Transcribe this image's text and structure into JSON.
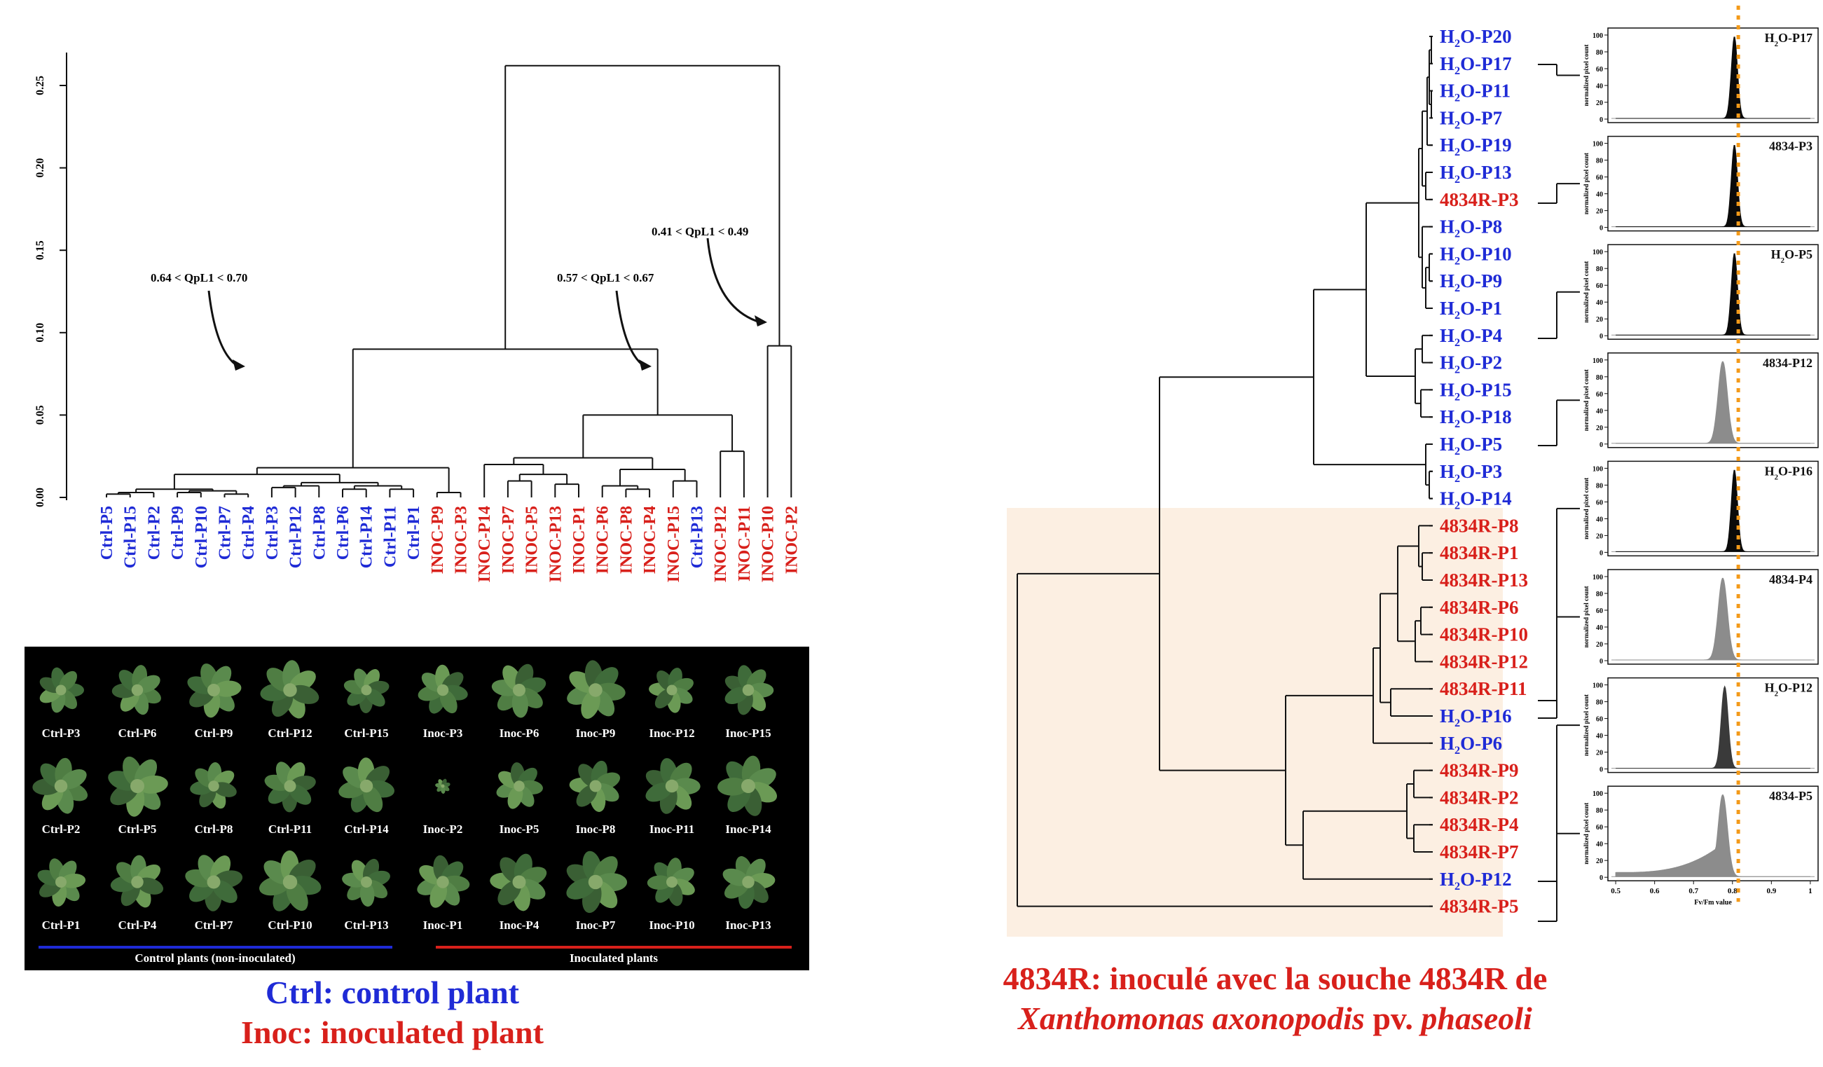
{
  "colors": {
    "ctrl": "#1f2bd6",
    "inoc": "#d8201b",
    "tree": "#111111",
    "highlight": "#fcefe2",
    "photo_bg": "#000000",
    "orange_line": "#f39a1a"
  },
  "left_dendrogram": {
    "y_ticks": [
      "0.00",
      "0.05",
      "0.10",
      "0.15",
      "0.20",
      "0.25"
    ],
    "leaves": [
      {
        "label": "Ctrl-P5",
        "group": "ctrl"
      },
      {
        "label": "Ctrl-P15",
        "group": "ctrl"
      },
      {
        "label": "Ctrl-P2",
        "group": "ctrl"
      },
      {
        "label": "Ctrl-P9",
        "group": "ctrl"
      },
      {
        "label": "Ctrl-P10",
        "group": "ctrl"
      },
      {
        "label": "Ctrl-P7",
        "group": "ctrl"
      },
      {
        "label": "Ctrl-P4",
        "group": "ctrl"
      },
      {
        "label": "Ctrl-P3",
        "group": "ctrl"
      },
      {
        "label": "Ctrl-P12",
        "group": "ctrl"
      },
      {
        "label": "Ctrl-P8",
        "group": "ctrl"
      },
      {
        "label": "Ctrl-P6",
        "group": "ctrl"
      },
      {
        "label": "Ctrl-P14",
        "group": "ctrl"
      },
      {
        "label": "Ctrl-P11",
        "group": "ctrl"
      },
      {
        "label": "Ctrl-P1",
        "group": "ctrl"
      },
      {
        "label": "INOC-P9",
        "group": "inoc"
      },
      {
        "label": "INOC-P3",
        "group": "inoc"
      },
      {
        "label": "INOC-P14",
        "group": "inoc"
      },
      {
        "label": "INOC-P7",
        "group": "inoc"
      },
      {
        "label": "INOC-P5",
        "group": "inoc"
      },
      {
        "label": "INOC-P13",
        "group": "inoc"
      },
      {
        "label": "INOC-P1",
        "group": "inoc"
      },
      {
        "label": "INOC-P6",
        "group": "inoc"
      },
      {
        "label": "INOC-P8",
        "group": "inoc"
      },
      {
        "label": "INOC-P4",
        "group": "inoc"
      },
      {
        "label": "INOC-P15",
        "group": "inoc"
      },
      {
        "label": "Ctrl-P13",
        "group": "ctrl"
      },
      {
        "label": "INOC-P12",
        "group": "inoc"
      },
      {
        "label": "INOC-P11",
        "group": "inoc"
      },
      {
        "label": "INOC-P10",
        "group": "inoc"
      },
      {
        "label": "INOC-P2",
        "group": "inoc"
      }
    ],
    "annotations": [
      "0.64 < QpL1 < 0.70",
      "0.57 < QpL1 < 0.67",
      "0.41 < QpL1 < 0.49"
    ]
  },
  "photo_panel": {
    "rows": [
      [
        "Ctrl-P3",
        "Ctrl-P6",
        "Ctrl-P9",
        "Ctrl-P12",
        "Ctrl-P15",
        "Inoc-P3",
        "Inoc-P6",
        "Inoc-P9",
        "Inoc-P12",
        "Inoc-P15"
      ],
      [
        "Ctrl-P2",
        "Ctrl-P5",
        "Ctrl-P8",
        "Ctrl-P11",
        "Ctrl-P14",
        "Inoc-P2",
        "Inoc-P5",
        "Inoc-P8",
        "Inoc-P11",
        "Inoc-P14"
      ],
      [
        "Ctrl-P1",
        "Ctrl-P4",
        "Ctrl-P7",
        "Ctrl-P10",
        "Ctrl-P13",
        "Inoc-P1",
        "Inoc-P4",
        "Inoc-P7",
        "Inoc-P10",
        "Inoc-P13"
      ]
    ],
    "control_caption": "Control plants (non-inoculated)",
    "inoculated_caption": "Inoculated plants"
  },
  "left_legend": {
    "ctrl": "Ctrl: control plant",
    "inoc": "Inoc: inoculated plant"
  },
  "right_tree": {
    "leaves": [
      {
        "label": "H2O-P20",
        "group": "h2o"
      },
      {
        "label": "H2O-P17",
        "group": "h2o"
      },
      {
        "label": "H2O-P11",
        "group": "h2o"
      },
      {
        "label": "H2O-P7",
        "group": "h2o"
      },
      {
        "label": "H2O-P19",
        "group": "h2o"
      },
      {
        "label": "H2O-P13",
        "group": "h2o"
      },
      {
        "label": "4834R-P3",
        "group": "inoc"
      },
      {
        "label": "H2O-P8",
        "group": "h2o"
      },
      {
        "label": "H2O-P10",
        "group": "h2o"
      },
      {
        "label": "H2O-P9",
        "group": "h2o"
      },
      {
        "label": "H2O-P1",
        "group": "h2o"
      },
      {
        "label": "H2O-P4",
        "group": "h2o"
      },
      {
        "label": "H2O-P2",
        "group": "h2o"
      },
      {
        "label": "H2O-P15",
        "group": "h2o"
      },
      {
        "label": "H2O-P18",
        "group": "h2o"
      },
      {
        "label": "H2O-P5",
        "group": "h2o"
      },
      {
        "label": "H2O-P3",
        "group": "h2o"
      },
      {
        "label": "H2O-P14",
        "group": "h2o"
      },
      {
        "label": "4834R-P8",
        "group": "inoc"
      },
      {
        "label": "4834R-P1",
        "group": "inoc"
      },
      {
        "label": "4834R-P13",
        "group": "inoc"
      },
      {
        "label": "4834R-P6",
        "group": "inoc"
      },
      {
        "label": "4834R-P10",
        "group": "inoc"
      },
      {
        "label": "4834R-P12",
        "group": "inoc"
      },
      {
        "label": "4834R-P11",
        "group": "inoc"
      },
      {
        "label": "H2O-P16",
        "group": "h2o"
      },
      {
        "label": "H2O-P6",
        "group": "h2o"
      },
      {
        "label": "4834R-P9",
        "group": "inoc"
      },
      {
        "label": "4834R-P2",
        "group": "inoc"
      },
      {
        "label": "4834R-P4",
        "group": "inoc"
      },
      {
        "label": "4834R-P7",
        "group": "inoc"
      },
      {
        "label": "H2O-P12",
        "group": "h2o"
      },
      {
        "label": "4834R-P5",
        "group": "inoc"
      }
    ]
  },
  "histograms": {
    "y_axis_label": "normalized pixel count",
    "y_ticks": [
      "0",
      "20",
      "40",
      "60",
      "80",
      "100"
    ],
    "x_ticks": [
      "0.5",
      "0.6",
      "0.7",
      "0.8",
      "0.9",
      "1"
    ],
    "x_axis_label": "Fv/Fm value",
    "panels": [
      {
        "title": "H2O-P17",
        "style": "black"
      },
      {
        "title": "4834-P3",
        "style": "black"
      },
      {
        "title": "H2O-P5",
        "style": "black"
      },
      {
        "title": "4834-P12",
        "style": "gray"
      },
      {
        "title": "H2O-P16",
        "style": "black"
      },
      {
        "title": "4834-P4",
        "style": "gray"
      },
      {
        "title": "H2O-P12",
        "style": "dark"
      },
      {
        "title": "4834-P5",
        "style": "gray"
      }
    ]
  },
  "strain_note": {
    "line1": "4834R: inoculé avec la souche 4834R de",
    "italic1": "Xanthomonas axonopodis",
    "plain": " pv. ",
    "italic2": "phaseoli"
  }
}
